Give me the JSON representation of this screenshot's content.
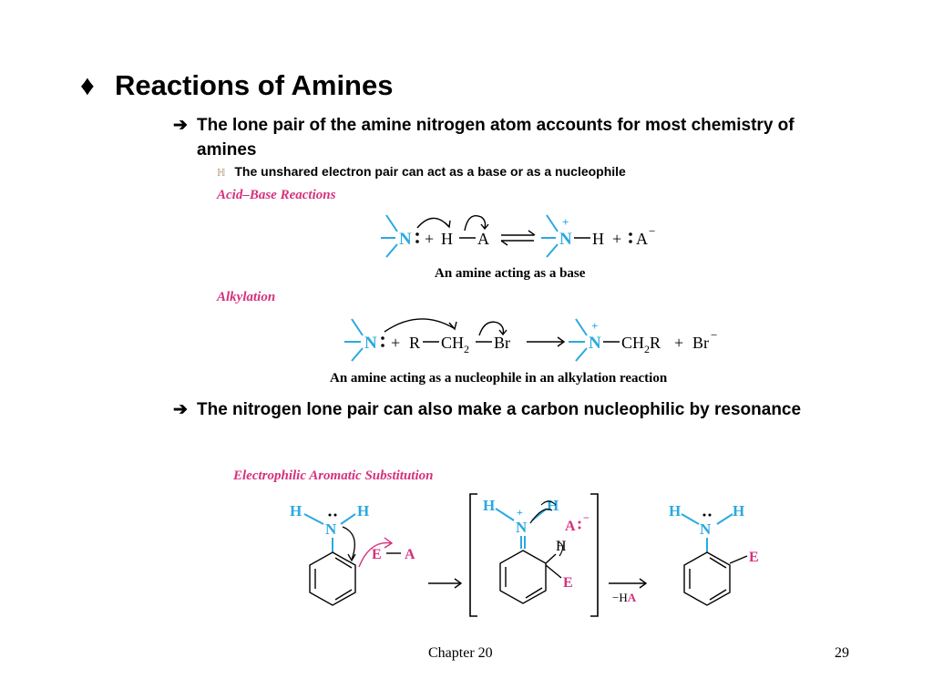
{
  "slide": {
    "title": "Reactions of Amines",
    "title_bullet": "♦",
    "arrow": "➔",
    "bullet1": "The lone pair of the amine nitrogen atom accounts for most chemistry of amines",
    "sub_marker": "ℍ",
    "sub1": "The unshared electron pair can act as a base or as a nucleophile",
    "bullet2": "The nitrogen lone pair can also make a carbon nucleophilic by resonance"
  },
  "figure_acid_base": {
    "heading": "Acid–Base Reactions",
    "caption": "An amine acting as a base",
    "n": "N",
    "plus": "+",
    "h": "H",
    "a": "A",
    "charge_plus": "+",
    "anion": "A",
    "anion_charge": "−"
  },
  "figure_alkylation": {
    "heading": "Alkylation",
    "caption": "An amine acting as a nucleophile in an alkylation reaction",
    "n": "N",
    "plus": "+",
    "r": "R",
    "ch": "CH",
    "sub2": "2",
    "br": "Br",
    "charge_plus": "+",
    "product_r": "R",
    "br_anion": "Br",
    "br_charge": "−"
  },
  "figure_eas": {
    "heading": "Electrophilic Aromatic Substitution",
    "h": "H",
    "n": "N",
    "e": "E",
    "a": "A",
    "charge_plus": "+",
    "anion_charge": "−",
    "byproduct_minus": "−H",
    "byproduct_a": "A"
  },
  "footer": {
    "chapter": "Chapter 20",
    "page": "29"
  },
  "colors": {
    "cyan": "#2aa9e0",
    "pink": "#d6307e",
    "black": "#000000"
  }
}
